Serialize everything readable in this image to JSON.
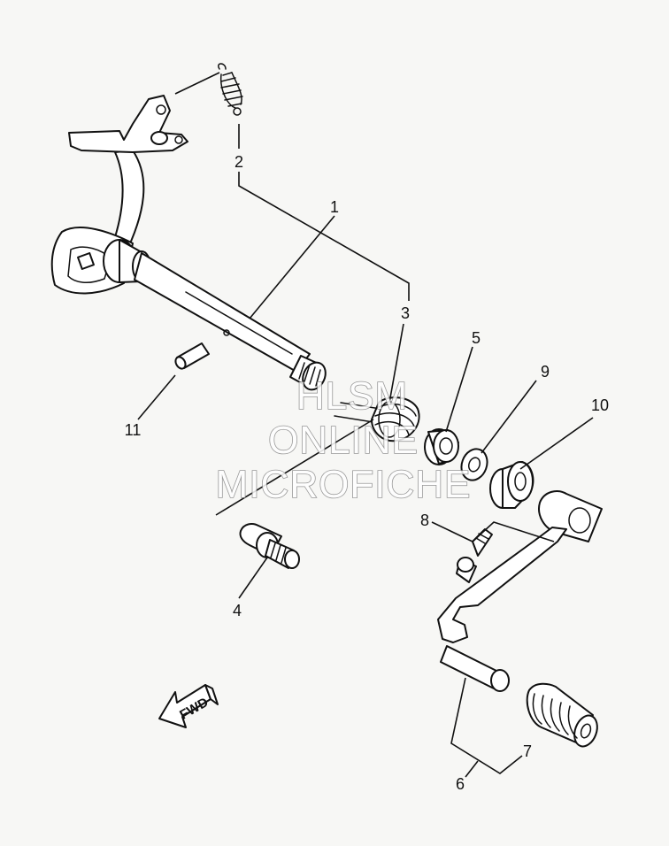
{
  "watermark": {
    "line1": "HLSM",
    "line2": "ONLINE",
    "line3": "MICROFICHE"
  },
  "direction_label": "FWD",
  "callouts": [
    "1",
    "2",
    "3",
    "4",
    "5",
    "6",
    "7",
    "8",
    "9",
    "10",
    "11"
  ],
  "parts": [
    {
      "ref": "1",
      "part": "shift-shaft-assembly"
    },
    {
      "ref": "2",
      "part": "tension-spring"
    },
    {
      "ref": "3",
      "part": "torsion-spring"
    },
    {
      "ref": "4",
      "part": "stopper-bolt"
    },
    {
      "ref": "5",
      "part": "oil-seal"
    },
    {
      "ref": "6",
      "part": "shift-pedal"
    },
    {
      "ref": "7",
      "part": "pedal-rubber"
    },
    {
      "ref": "8",
      "part": "pedal-bolt"
    },
    {
      "ref": "9",
      "part": "washer"
    },
    {
      "ref": "10",
      "part": "seal"
    },
    {
      "ref": "11",
      "part": "dowel-pin"
    }
  ]
}
